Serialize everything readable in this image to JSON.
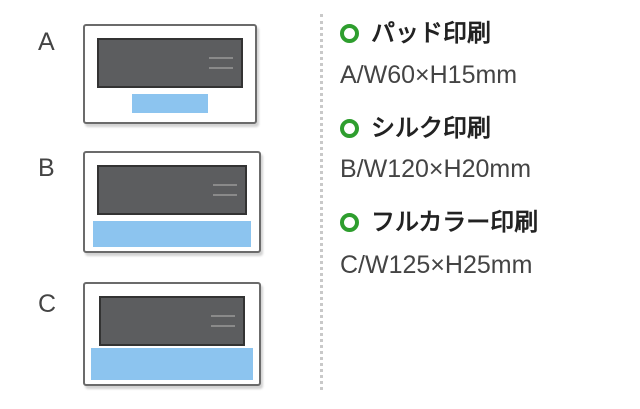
{
  "variants": [
    {
      "letter": "A"
    },
    {
      "letter": "B"
    },
    {
      "letter": "C"
    }
  ],
  "methods": [
    {
      "name": "パッド印刷",
      "size": "A/W60×H15mm"
    },
    {
      "name": "シルク印刷",
      "size": "B/W120×H20mm"
    },
    {
      "name": "フルカラー印刷",
      "size": "C/W125×H25mm"
    }
  ],
  "colors": {
    "print_area": "#8cc4ef",
    "bullet": "#2e9e2e",
    "screen": "#5c5d5f"
  }
}
